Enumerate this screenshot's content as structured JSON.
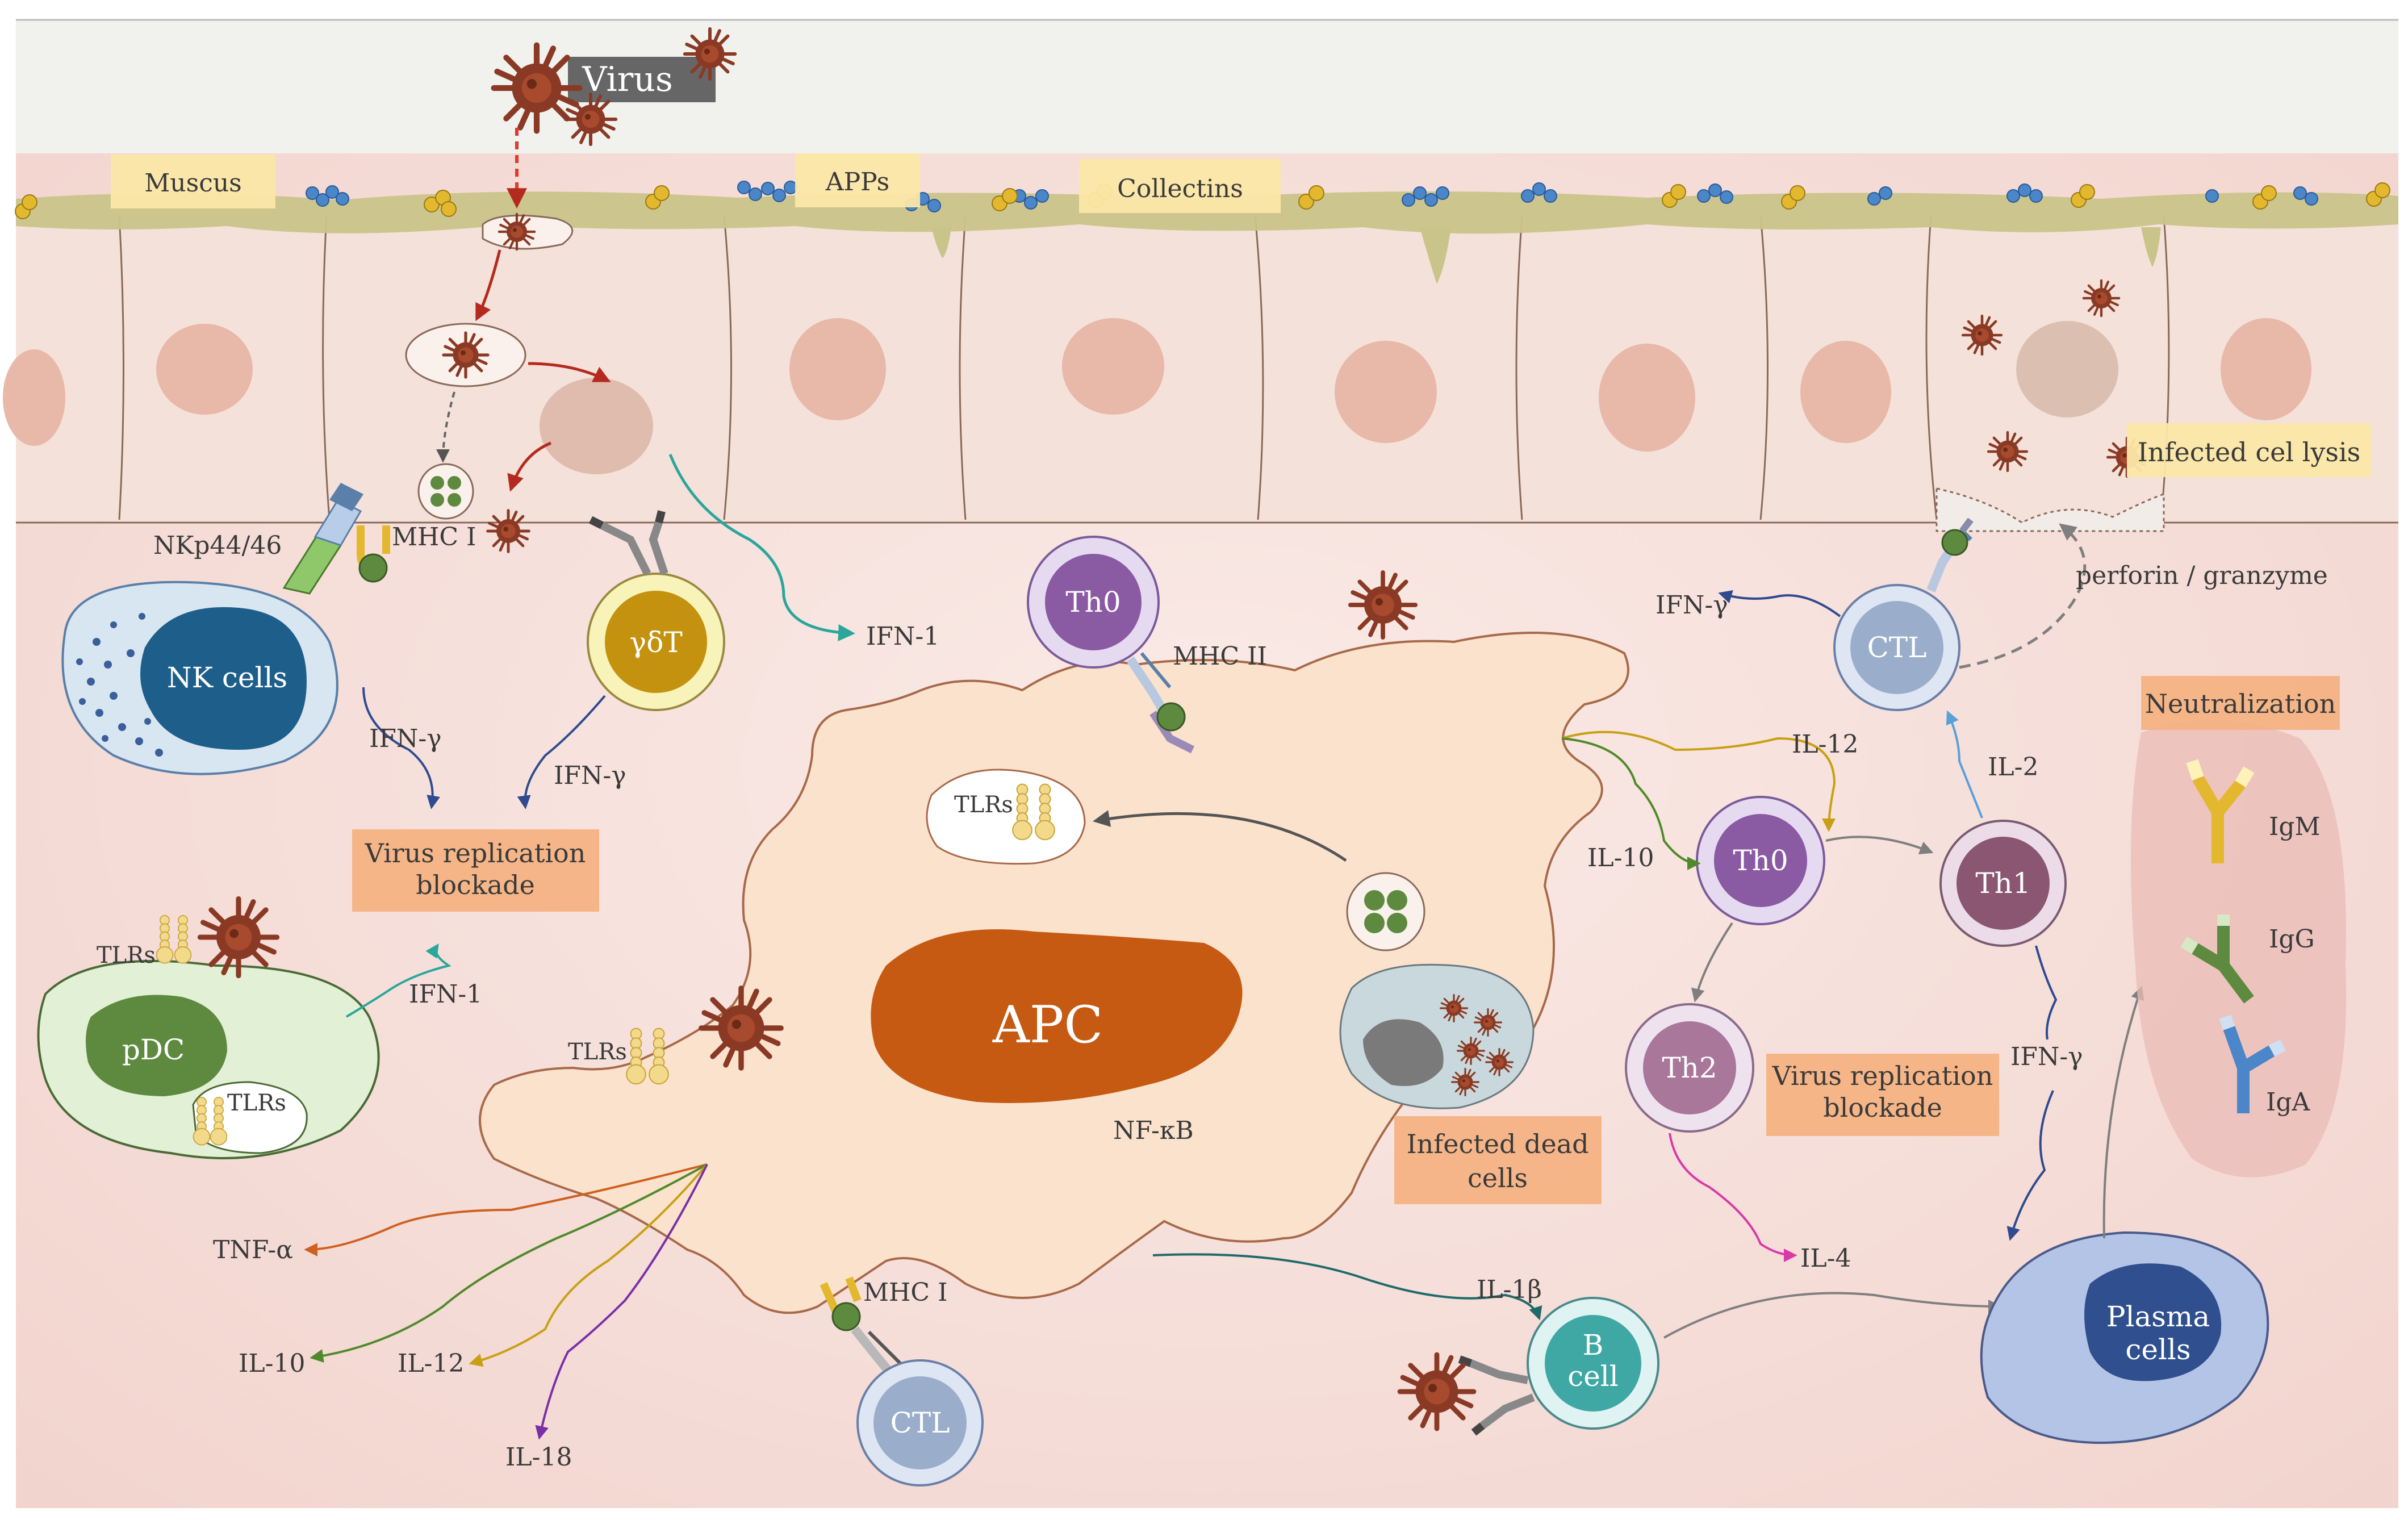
{
  "virus_label": "Virus",
  "surface_labels": {
    "mucus": "Muscus",
    "apps": "APPs",
    "collectins": "Collectins"
  },
  "receptors": {
    "nkp": "NKp44/46",
    "mhc1_top": "MHC I",
    "mhc2": "MHC II",
    "mhc1_bottom": "MHC I",
    "tlrs_pdc_top": "TLRs",
    "tlrs_pdc_inner": "TLRs",
    "tlrs_apc_vesicle": "TLRs",
    "tlrs_apc_surface": "TLRs",
    "nfkb": "NF-κB"
  },
  "cells": {
    "nk": "NK cells",
    "gdt": "γδT",
    "pdc": "pDC",
    "apc": "APC",
    "th0_top": "Th0",
    "th0_mid": "Th0",
    "th1": "Th1",
    "th2": "Th2",
    "ctl_top": "CTL",
    "ctl_bottom": "CTL",
    "b_cell_line1": "B",
    "b_cell_line2": "cell",
    "plasma_line1": "Plasma",
    "plasma_line2": "cells"
  },
  "boxes": {
    "virus_block_left_1": "Virus replication",
    "virus_block_left_2": "blockade",
    "virus_block_right_1": "Virus replication",
    "virus_block_right_2": "blockade",
    "infected_dead_1": "Infected dead",
    "infected_dead_2": "cells",
    "infected_lysis": "Infected cel lysis",
    "neutralization": "Neutralization"
  },
  "cytokines": {
    "ifn1_epi": "IFN-1",
    "ifng_nk": "IFN-γ",
    "ifng_gdt": "IFN-γ",
    "ifn1_pdc": "IFN-1",
    "ifng_ctl": "IFN-γ",
    "perforin": "perforin / granzyme",
    "il12_top": "IL-12",
    "il10_mid": "IL-10",
    "il2": "IL-2",
    "ifng_th1": "IFN-γ",
    "il4": "IL-4",
    "il1b": "IL-1β",
    "tnfa": "TNF-α",
    "il10_bottom": "IL-10",
    "il12_bottom": "IL-12",
    "il18": "IL-18"
  },
  "antibodies": {
    "igm": "IgM",
    "igg": "IgG",
    "iga": "IgA"
  },
  "colors": {
    "tissue_bg": "#f7e6e2",
    "epithelium": "#f4e1d9",
    "mucus_layer": "#c9c48a",
    "nucleus": "#e8b8a8",
    "apc_body": "#fbe2cc",
    "apc_nucleus": "#c65a13",
    "nk_nucleus": "#1d5f8a",
    "gdt_nucleus": "#c4920f",
    "pdc_nucleus": "#5e8a3f",
    "th0": "#8a5aa3",
    "th1": "#8a5672",
    "th2": "#a8779a",
    "ctl": "#9aaecb",
    "b_cell": "#3fa7a4",
    "plasma": "#2f4f8f",
    "label_box_yellow": "#fbe7a8",
    "label_box_orange": "#f4b283",
    "virus": "#8a3a24"
  }
}
